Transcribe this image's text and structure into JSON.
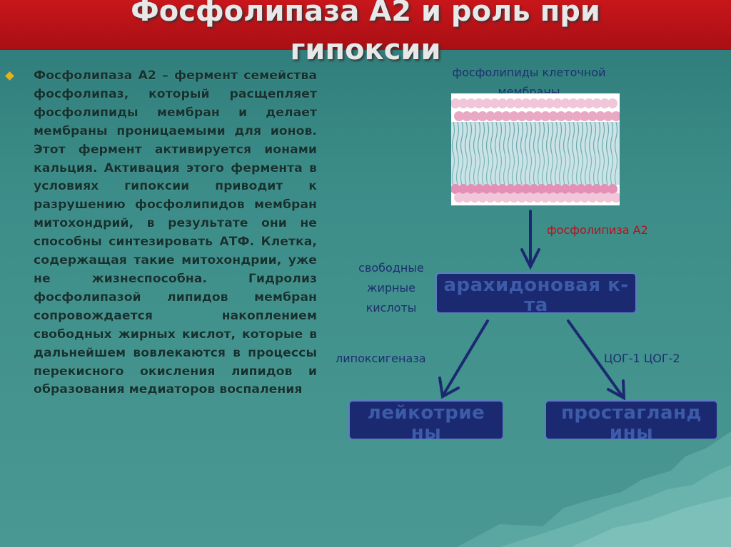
{
  "slide": {
    "title_line1": "Фосфолипаза А2 и роль при",
    "title_line2": "гипоксии"
  },
  "text": {
    "term": "Фосфолипаза А2",
    "body": " – фермент семейства фосфолипаз, который расщепляет фосфолипиды мембран и делает мембраны проницаемыми для ионов. Этот фермент активируется ионами кальция. Активация этого фермента в условиях гипоксии приводит к разрушению фосфолипидов мембран митохондрий, в результате они не способны синтезировать АТФ. Клетка, содержащая такие митохондрии, уже не жизнеспособна. Гидролиз фосфолипазой липидов мембран сопровождается накоплением свободных жирных кислот, которые в дальнейшем вовлекаются в процессы перекисного окисления липидов и образования медиаторов воспаления"
  },
  "diagram": {
    "membrane_label": "фосфолипиды клеточной мембраны",
    "enzyme_label": "фосфолипиза А2",
    "fatty_acids_label": "свободные жирные кислоты",
    "center_box": "арахидоновая к-та",
    "left_enzyme": "липоксигеназа",
    "right_enzyme": "ЦОГ-1 ЦОГ-2",
    "left_box": "лейкотрие ны",
    "right_box": "простагланд ины",
    "colors": {
      "box_fill": "#1b2a70",
      "box_text": "#3d5ba8",
      "label_text": "#1e2f70",
      "enzyme_text": "#b5121b",
      "title_bar": "#c8161b",
      "bullet": "#e4b21a"
    }
  }
}
